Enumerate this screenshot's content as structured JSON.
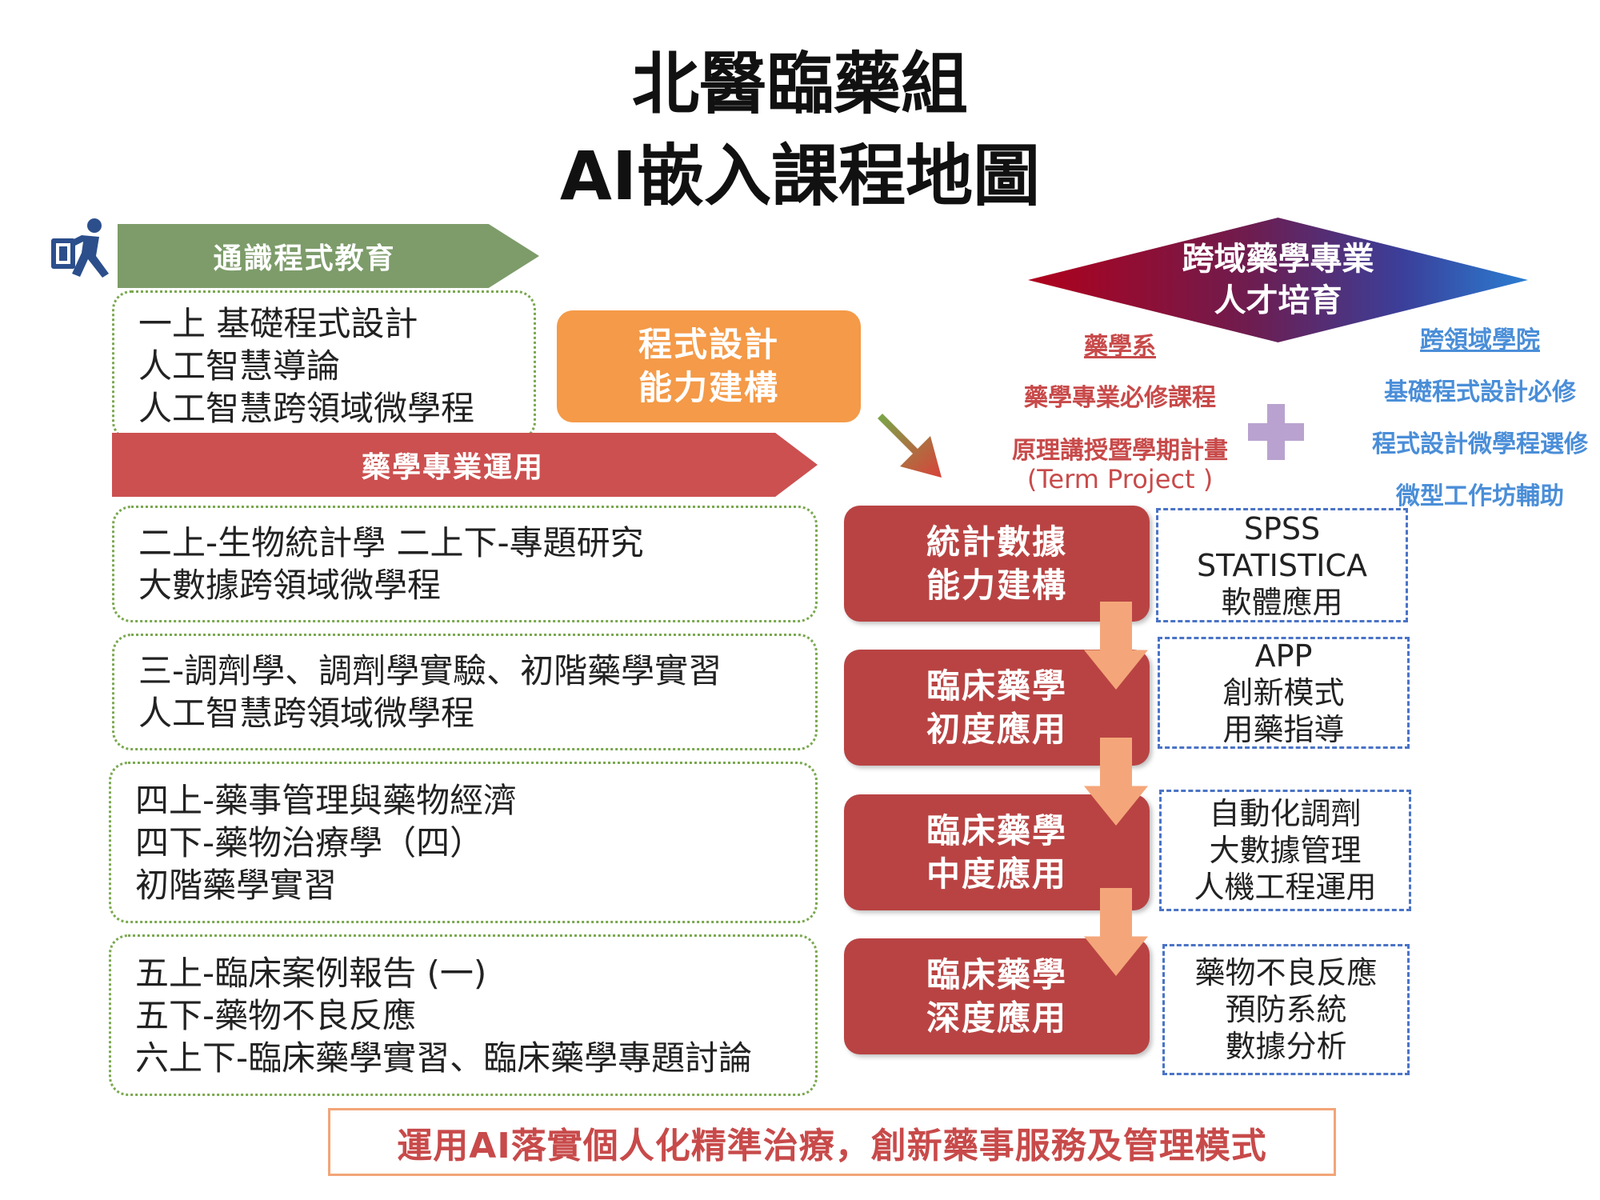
{
  "title": {
    "line1": "北醫臨藥組",
    "line2": "AI嵌入課程地圖"
  },
  "icons": {
    "runner": "running-person-icon"
  },
  "banners": {
    "general": "通識程式教育",
    "pharmacy": "藥學專業運用"
  },
  "course_boxes": {
    "year1": [
      "一上 基礎程式設計",
      "人工智慧導論",
      "人工智慧跨領域微學程"
    ],
    "year2": [
      "二上-生物統計學 二上下-專題研究",
      "大數據跨領域微學程"
    ],
    "year3": [
      "三-調劑學、調劑學實驗、初階藥學實習",
      "人工智慧跨領域微學程"
    ],
    "year4": [
      "四上-藥事管理與藥物經濟",
      "四下-藥物治療學（四）",
      "初階藥學實習"
    ],
    "year5": [
      "五上-臨床案例報告 (一)",
      "五下-藥物不良反應",
      "六上下-臨床藥學實習、臨床藥學專題討論"
    ]
  },
  "programming_box": [
    "程式設計",
    "能力建構"
  ],
  "stages": [
    {
      "lines": [
        "統計數據",
        "能力建構"
      ],
      "tools": [
        "SPSS",
        "STATISTICA",
        "軟體應用"
      ]
    },
    {
      "lines": [
        "臨床藥學",
        "初度應用"
      ],
      "tools": [
        "APP",
        "創新模式",
        "用藥指導"
      ]
    },
    {
      "lines": [
        "臨床藥學",
        "中度應用"
      ],
      "tools": [
        "自動化調劑",
        "大數據管理",
        "人機工程運用"
      ]
    },
    {
      "lines": [
        "臨床藥學",
        "深度應用"
      ],
      "tools": [
        "藥物不良反應",
        "預防系統",
        "數據分析"
      ]
    }
  ],
  "cross_domain": {
    "diamond": [
      "跨域藥學專業",
      "人才培育"
    ],
    "pharmacy_dept": {
      "heading": "藥學系",
      "items": [
        "藥學專業必修課程",
        "原理講授暨學期計畫",
        "(Term Project )"
      ]
    },
    "college": {
      "heading": "跨領域學院",
      "items": [
        "基礎程式設計必修",
        "程式設計微學程選修",
        "微型工作坊輔助"
      ]
    }
  },
  "bottom_banner": "運用AI落實個人化精準治療，創新藥事服務及管理模式",
  "colors": {
    "green": "#7d9c6a",
    "red_banner": "#cc5050",
    "orange": "#f49a48",
    "stage_red": "#b94343",
    "dashed_blue": "#4a73c6",
    "arrow_orange": "#f4a67a",
    "text_red": "#c84a4a",
    "text_blue": "#4a8ed8"
  }
}
